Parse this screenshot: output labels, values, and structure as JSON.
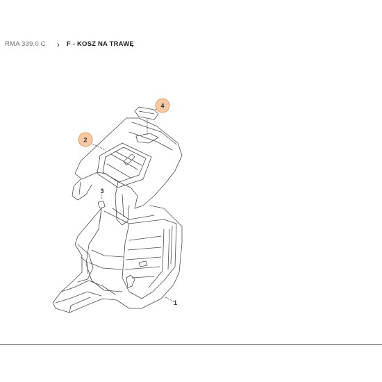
{
  "breadcrumb": {
    "parent": "RMA 339.0 C",
    "separator": "›",
    "current": "F - KOSZ NA TRAWĘ"
  },
  "diagram": {
    "parts": [
      {
        "number": "1",
        "highlighted": false
      },
      {
        "number": "2",
        "highlighted": true
      },
      {
        "number": "3",
        "highlighted": false
      },
      {
        "number": "4",
        "highlighted": true
      }
    ],
    "highlight_color": "#f6c9a3",
    "highlight_stroke": "#e89a5f"
  }
}
